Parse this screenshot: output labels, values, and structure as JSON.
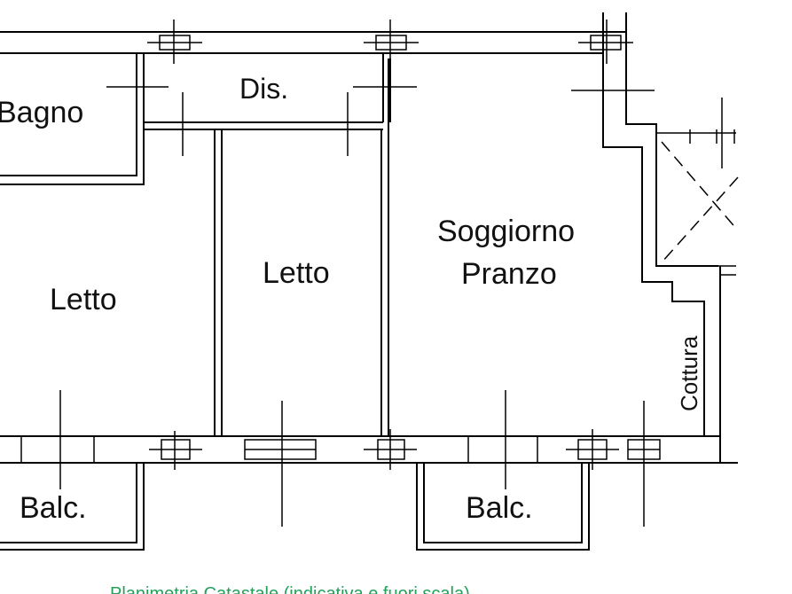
{
  "plan": {
    "rooms": {
      "bagno": "Bagno",
      "dis": "Dis.",
      "letto_left": "Letto",
      "letto_center": "Letto",
      "soggiorno_line1": "Soggiorno",
      "soggiorno_line2": "Pranzo",
      "cottura": "Cottura",
      "balc_left": "Balc.",
      "balc_right": "Balc."
    },
    "caption": "Planimetria Catastale (indicativa e fuori scala)"
  },
  "colors": {
    "walls": "#000000",
    "caption": "#22a05a",
    "background": "#ffffff"
  }
}
